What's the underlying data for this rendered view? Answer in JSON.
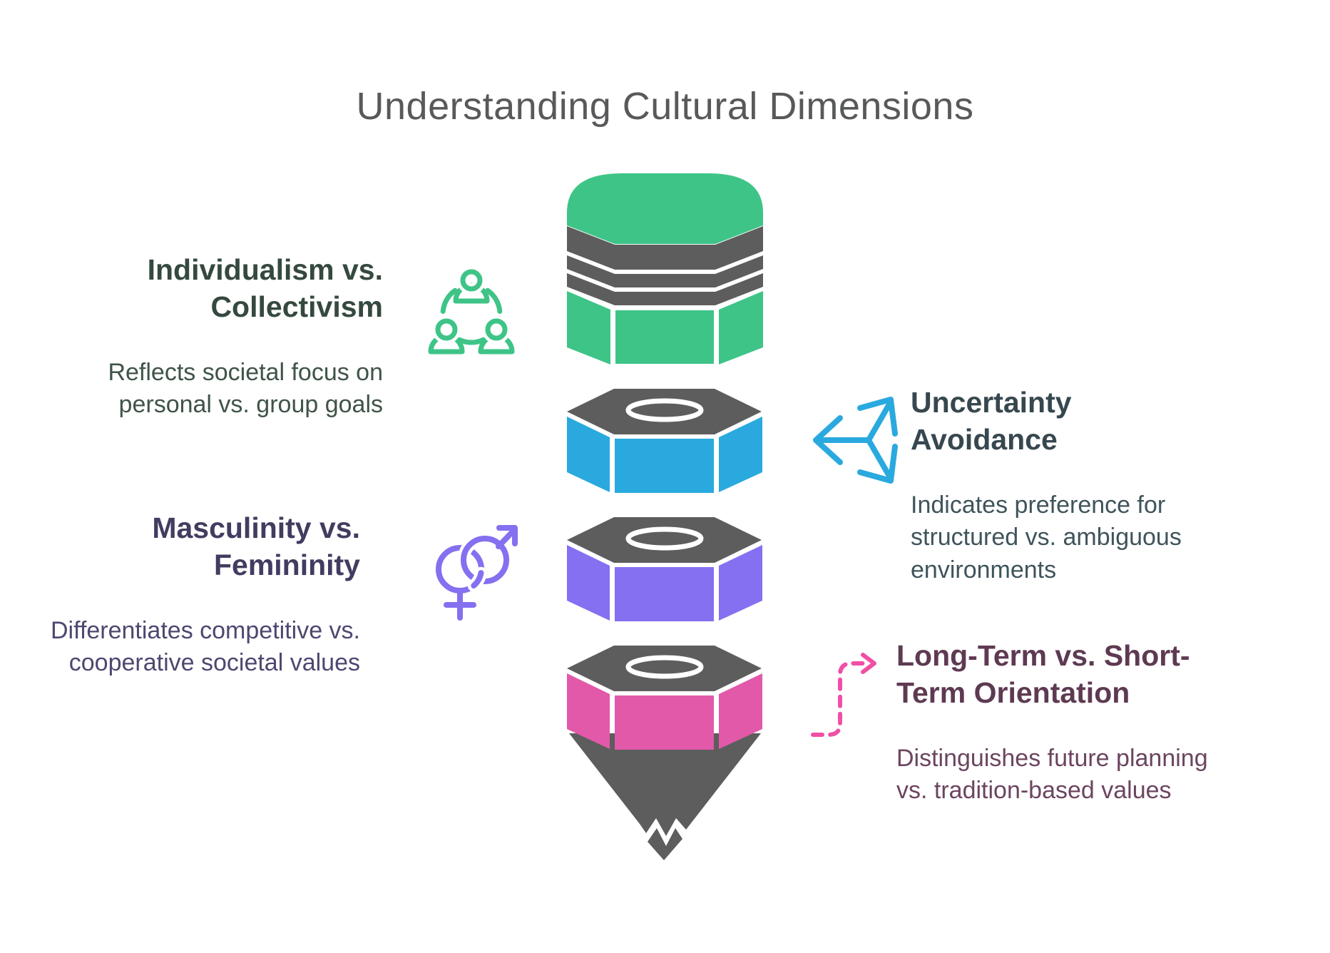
{
  "title": "Understanding Cultural Dimensions",
  "colors": {
    "green": "#3EC487",
    "blue": "#2AA9DF",
    "purple": "#8470F0",
    "pink": "#E259A9",
    "pink_arrow": "#F04FA5",
    "gray": "#5D5D5D",
    "title_text": "#58595B",
    "individualism_heading": "#35493E",
    "individualism_body": "#3F5447",
    "uncertainty_heading": "#37474F",
    "uncertainty_body": "#3F545C",
    "masculinity_heading": "#413C60",
    "masculinity_body": "#4D4870",
    "longterm_heading": "#5E3A52",
    "longterm_body": "#6B4560"
  },
  "pencil": {
    "segments": [
      {
        "name": "individualism-segment",
        "color_key": "green"
      },
      {
        "name": "uncertainty-segment",
        "color_key": "blue"
      },
      {
        "name": "masculinity-segment",
        "color_key": "purple"
      },
      {
        "name": "longterm-segment",
        "color_key": "pink"
      }
    ],
    "tip_color_key": "gray"
  },
  "dimensions": {
    "individualism": {
      "heading": "Individualism vs.\nCollectivism",
      "description": "Reflects societal focus on\npersonal vs. group goals"
    },
    "uncertainty": {
      "heading": "Uncertainty\nAvoidance",
      "description": "Indicates preference for\nstructured vs. ambiguous\nenvironments"
    },
    "masculinity": {
      "heading": "Masculinity vs.\nFemininity",
      "description": "Differentiates competitive vs.\ncooperative societal values"
    },
    "longterm": {
      "heading": "Long-Term vs. Short-\nTerm Orientation",
      "description": "Distinguishes future planning\nvs. tradition-based values"
    }
  },
  "icons": {
    "individualism": "people-group-icon",
    "uncertainty": "three-way-arrows-icon",
    "masculinity": "gender-symbols-icon",
    "longterm": "dashed-curved-arrow-icon"
  }
}
